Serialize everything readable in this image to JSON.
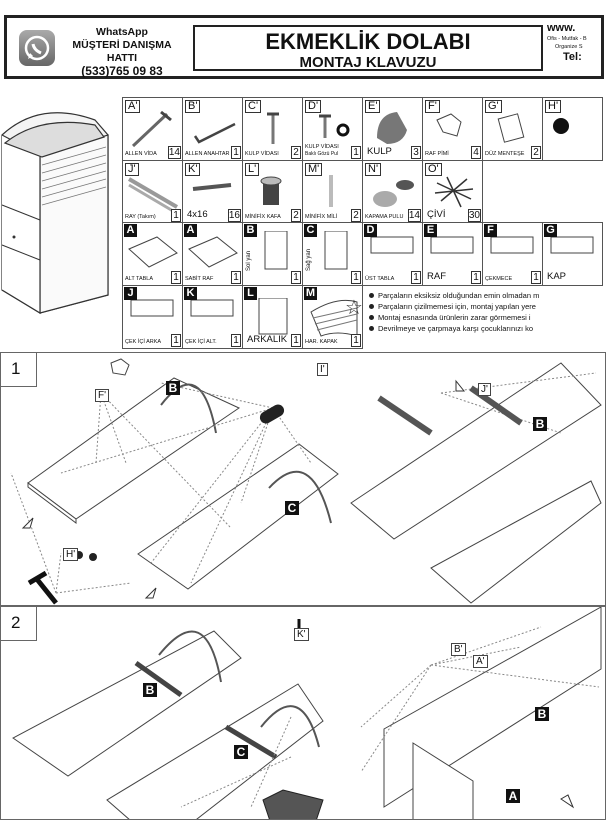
{
  "header": {
    "whatsapp_label": "WhatsApp",
    "support_line": "MÜŞTERİ DANIŞMA HATTI",
    "phone": "(533)765 09 83",
    "title": "EKMEKLİK DOLABI",
    "subtitle": "MONTAJ KLAVUZU",
    "site": "www.",
    "site_line1": "Ofis - Mutfak - B",
    "site_line2": "Organize S",
    "tel_label": "Tel:"
  },
  "hardware_row1": [
    {
      "tag": "A'",
      "name": "ALLEN VİDA",
      "qty": "14",
      "icon": "screw-icon"
    },
    {
      "tag": "B'",
      "name": "ALLEN ANAHTAR",
      "qty": "1",
      "icon": "allen-key-icon"
    },
    {
      "tag": "C'",
      "name": "KULP VİDASI",
      "qty": "2",
      "icon": "bolt-icon"
    },
    {
      "tag": "D'",
      "name": "KULP VİDASI",
      "name2": "Baklı Gözü Pul",
      "qty": "1",
      "icon": "bolt-washer-icon"
    },
    {
      "tag": "E'",
      "name": "KULP",
      "qty": "3",
      "icon": "knob-icon"
    },
    {
      "tag": "F'",
      "name": "RAF PİMİ",
      "qty": "4",
      "icon": "shelf-pin-icon"
    },
    {
      "tag": "G'",
      "name": "DÜZ MENTEŞE",
      "qty": "2",
      "icon": "hinge-icon"
    },
    {
      "tag": "H'",
      "name": "",
      "qty": "",
      "icon": "foot-pad-icon"
    }
  ],
  "hardware_row2": [
    {
      "tag": "J'",
      "name": "RAY (Takım)",
      "qty": "1",
      "icon": "rail-icon"
    },
    {
      "tag": "K'",
      "name": "4x16",
      "qty": "16",
      "icon": "wood-screw-icon"
    },
    {
      "tag": "L'",
      "name": "MİNİFİX KAFA",
      "qty": "2",
      "icon": "cam-lock-icon"
    },
    {
      "tag": "M'",
      "name": "MİNİFİX MİLİ",
      "qty": "2",
      "icon": "cam-bolt-icon"
    },
    {
      "tag": "N'",
      "name": "KAPAMA PULU",
      "qty": "14",
      "icon": "cover-cap-icon"
    },
    {
      "tag": "O'",
      "name": "ÇİVİ",
      "qty": "30",
      "icon": "nails-icon"
    }
  ],
  "panels_row1": [
    {
      "tag": "A",
      "name": "ALT TABLA",
      "qty": "1",
      "icon": "board-icon"
    },
    {
      "tag": "A",
      "name": "SABİT RAF",
      "qty": "1",
      "icon": "board-icon"
    },
    {
      "tag": "B",
      "name": "",
      "side": "Sol yan",
      "qty": "1",
      "icon": "side-panel-icon"
    },
    {
      "tag": "C",
      "name": "",
      "side": "Sağ yan",
      "qty": "1",
      "icon": "side-panel-icon"
    },
    {
      "tag": "D",
      "name": "ÜST TABLA",
      "qty": "1",
      "icon": "rect-icon"
    },
    {
      "tag": "E",
      "name": "RAF",
      "qty": "1",
      "icon": "rect-icon"
    },
    {
      "tag": "F",
      "name": "ÇEKMECE",
      "qty": "1",
      "icon": "rect-icon"
    },
    {
      "tag": "G",
      "name": "KAP",
      "qty": "",
      "icon": "rect-icon"
    }
  ],
  "panels_row2": [
    {
      "tag": "J",
      "name": "ÇEK İÇİ ARKA",
      "qty": "1",
      "icon": "rect-icon"
    },
    {
      "tag": "K",
      "name": "ÇEK İÇİ ALT.",
      "qty": "1",
      "icon": "rect-icon"
    },
    {
      "tag": "L",
      "name": "ARKALIK",
      "qty": "1",
      "icon": "rect-tall-icon"
    },
    {
      "tag": "M",
      "name": "HAR. KAPAK",
      "qty": "1",
      "icon": "tambour-icon"
    }
  ],
  "notes": [
    "Parçaların eksiksiz olduğundan emin olmadan m",
    "Parçaların çizilmemesi için, montaj yapılan yere",
    "Montaj esnasında  ürünlerin zarar görmemesi i",
    "Devrilmeye ve çarpmaya karşı çocuklarınızı ko"
  ],
  "steps": [
    {
      "number": "1",
      "labels": {
        "b": "B",
        "c": "C",
        "b2": "B",
        "f": "F'",
        "i": "I'",
        "h": "H'",
        "j": "J'"
      }
    },
    {
      "number": "2",
      "labels": {
        "b": "B",
        "c": "C",
        "k": "K'",
        "bp": "B'",
        "ap": "A'",
        "b2": "B",
        "a": "A"
      }
    }
  ]
}
